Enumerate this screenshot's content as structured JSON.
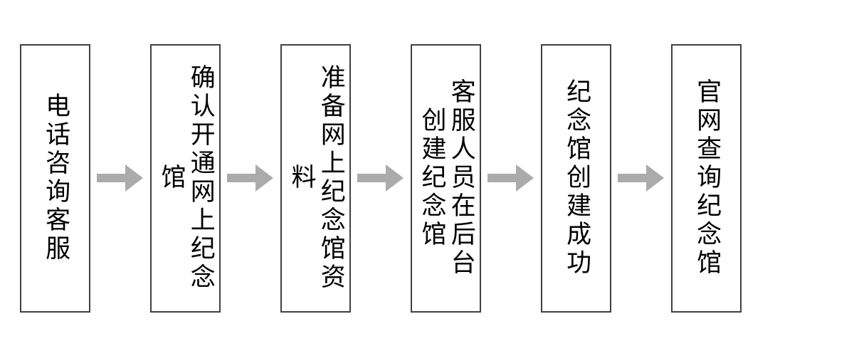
{
  "diagram": {
    "type": "horizontal-process-flow",
    "orientation": "left-to-right",
    "text_direction": "vertical",
    "background_color": "#FFFFFF",
    "node_border_color": "#404040",
    "node_fill_color": "#FFFFFF",
    "arrow_color": "#ABABAB",
    "text_color": "#000000",
    "node_count": 6,
    "arrow_count": 5,
    "nodes": [
      {
        "id": "node-1",
        "label": "电话咨询客服",
        "columns": 1
      },
      {
        "id": "node-2",
        "label": "确认开通网上纪念馆",
        "columns": 1
      },
      {
        "id": "node-3",
        "label": "准备网上纪念馆资料",
        "columns": 1
      },
      {
        "id": "node-4",
        "label": "客服人员在后台创建纪念馆",
        "columns": 2
      },
      {
        "id": "node-5",
        "label": "纪念馆创建成功",
        "columns": 1
      },
      {
        "id": "node-6",
        "label": "官网查询纪念馆",
        "columns": 1
      }
    ],
    "arrows": [
      {
        "id": "arrow-1",
        "from": "node-1",
        "to": "node-2",
        "glyph": "right-arrow"
      },
      {
        "id": "arrow-2",
        "from": "node-2",
        "to": "node-3",
        "glyph": "right-arrow"
      },
      {
        "id": "arrow-3",
        "from": "node-3",
        "to": "node-4",
        "glyph": "right-arrow"
      },
      {
        "id": "arrow-4",
        "from": "node-4",
        "to": "node-5",
        "glyph": "right-arrow"
      },
      {
        "id": "arrow-5",
        "from": "node-5",
        "to": "node-6",
        "glyph": "right-arrow"
      }
    ]
  }
}
